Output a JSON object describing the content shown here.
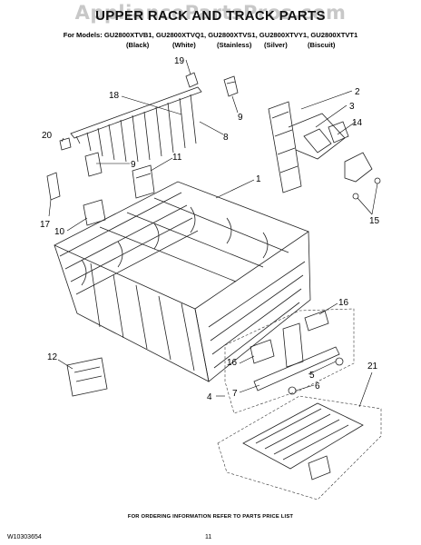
{
  "watermark": "AppliancePartsPros.com",
  "title": "UPPER RACK AND TRACK PARTS",
  "models_line": "For Models: GU2800XTVB1, GU2800XTVQ1, GU2800XTVS1, GU2800XTVY1, GU2800XTVT1",
  "colors": [
    "(Black)",
    "(White)",
    "(Stainless)",
    "(Silver)",
    "(Biscuit)"
  ],
  "callouts": {
    "c19": "19",
    "c18": "18",
    "c9a": "9",
    "c2": "2",
    "c3": "3",
    "c14": "14",
    "c20": "20",
    "c9b": "9",
    "c11": "11",
    "c8": "8",
    "c1": "1",
    "c17": "17",
    "c10": "10",
    "c15": "15",
    "c16a": "16",
    "c16b": "16",
    "c12": "12",
    "c5": "5",
    "c6": "6",
    "c4": "4",
    "c7": "7",
    "c21": "21"
  },
  "footer": "FOR ORDERING INFORMATION REFER TO PARTS PRICE LIST",
  "doc_number": "W10303654",
  "page_number": "11"
}
